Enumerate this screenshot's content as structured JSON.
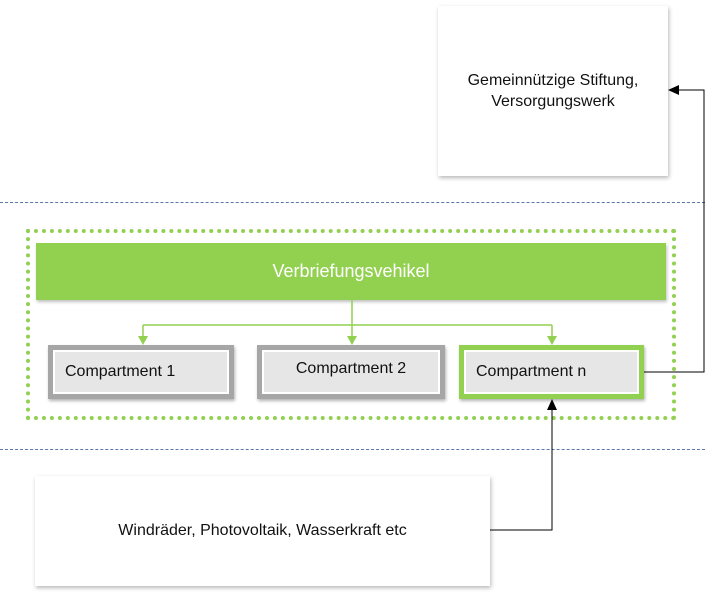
{
  "diagram": {
    "top_box": {
      "line1": "Gemeinnützige Stiftung,",
      "line2": "Versorgungswerk"
    },
    "vehicle": {
      "label": "Verbriefungsvehikel"
    },
    "compartments": [
      {
        "label": "Compartment 1"
      },
      {
        "label": "Compartment 2"
      },
      {
        "label": "Compartment n"
      }
    ],
    "bottom_box": {
      "label": "Windräder, Photovoltaik, Wasserkraft etc"
    },
    "colors": {
      "accent_green": "#92d050",
      "compartment_border": "#a6a6a6",
      "compartment_fill": "#e6e6e6",
      "dashed_line": "#5a79a8",
      "arrow_black": "#000000"
    }
  }
}
